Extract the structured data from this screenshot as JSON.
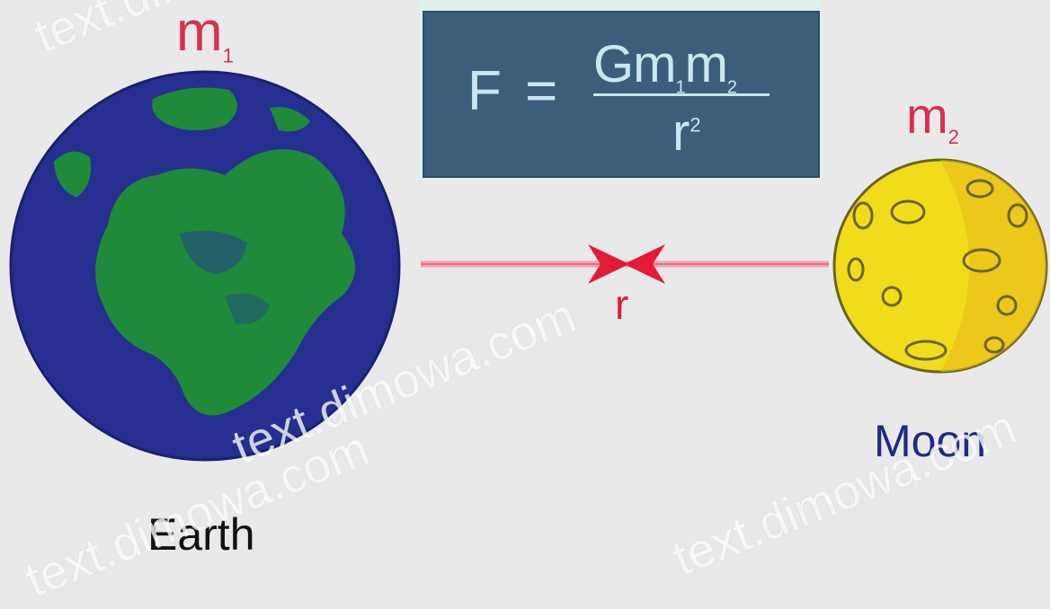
{
  "labels": {
    "m1_base": "m",
    "m1_sub": "1",
    "m2_base": "m",
    "m2_sub": "2",
    "earth": "Earth",
    "moon": "Moon",
    "r": "r"
  },
  "formula": {
    "lhs": "F",
    "equals": "=",
    "numerator_G": "G",
    "numerator_m1": "m",
    "numerator_m1_sub": "1",
    "numerator_m2": "m",
    "numerator_m2_sub": "2",
    "denominator_base": "r",
    "denominator_exp": "2"
  },
  "watermark": "text.dimowa.com",
  "colors": {
    "background": "#e9e9e9",
    "formula_box": "#3b5f7a",
    "formula_text": "#c9e6f1",
    "mass_label": "#d8304e",
    "earth_ocean": "#262f8f",
    "earth_land": "#1f8a3a",
    "moon": "#f1dc1c",
    "distance_line": "#f2a3b0",
    "arrow": "#e31a36"
  },
  "icons": {
    "earth": "earth-globe-icon",
    "moon": "moon-icon"
  }
}
